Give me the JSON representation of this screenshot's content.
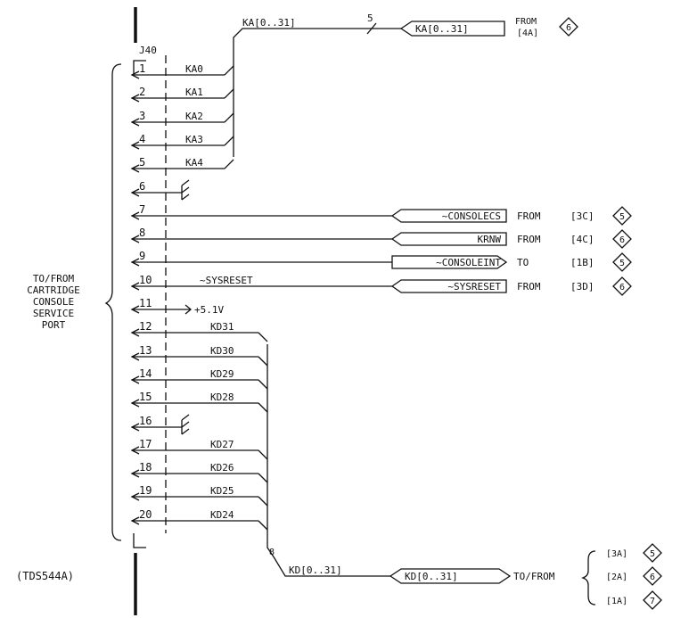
{
  "connector": {
    "ref": "J40"
  },
  "side_label": [
    "TO/FROM",
    "CARTRIDGE",
    "CONSOLE",
    "SERVICE",
    "PORT"
  ],
  "figure_id": "(TDS544A)",
  "bus_ka": {
    "label": "KA[0..31]",
    "width": "5",
    "port": "KA[0..31]",
    "dir": "FROM",
    "ref": "[4A]",
    "sheet": "6"
  },
  "bus_kd": {
    "label": "KD[0..31]",
    "width": "8",
    "port": "KD[0..31]",
    "dir": "TO/FROM",
    "refs": [
      {
        "ref": "[3A]",
        "sheet": "5"
      },
      {
        "ref": "[2A]",
        "sheet": "6"
      },
      {
        "ref": "[1A]",
        "sheet": "7"
      }
    ]
  },
  "pins": [
    {
      "num": "1",
      "net": "KA0",
      "kind": "ka"
    },
    {
      "num": "2",
      "net": "KA1",
      "kind": "ka"
    },
    {
      "num": "3",
      "net": "KA2",
      "kind": "ka"
    },
    {
      "num": "4",
      "net": "KA3",
      "kind": "ka"
    },
    {
      "num": "5",
      "net": "KA4",
      "kind": "ka"
    },
    {
      "num": "6",
      "net": "",
      "kind": "gnd"
    },
    {
      "num": "7",
      "net": "~CONSOLECS",
      "kind": "port",
      "dir": "FROM",
      "ref": "[3C]",
      "sheet": "5",
      "out": false
    },
    {
      "num": "8",
      "net": "KRNW",
      "kind": "port",
      "dir": "FROM",
      "ref": "[4C]",
      "sheet": "6",
      "out": false
    },
    {
      "num": "9",
      "net": "~CONSOLEINT",
      "kind": "port",
      "dir": "TO",
      "ref": "[1B]",
      "sheet": "5",
      "out": true
    },
    {
      "num": "10",
      "net": "~SYSRESET",
      "kind": "port",
      "dir": "FROM",
      "ref": "[3D]",
      "sheet": "6",
      "out": false,
      "wire_label": "~SYSRESET"
    },
    {
      "num": "11",
      "net": "+5.1V",
      "kind": "pwr"
    },
    {
      "num": "12",
      "net": "KD31",
      "kind": "kd"
    },
    {
      "num": "13",
      "net": "KD30",
      "kind": "kd"
    },
    {
      "num": "14",
      "net": "KD29",
      "kind": "kd"
    },
    {
      "num": "15",
      "net": "KD28",
      "kind": "kd"
    },
    {
      "num": "16",
      "net": "",
      "kind": "gnd"
    },
    {
      "num": "17",
      "net": "KD27",
      "kind": "kd"
    },
    {
      "num": "18",
      "net": "KD26",
      "kind": "kd"
    },
    {
      "num": "19",
      "net": "KD25",
      "kind": "kd"
    },
    {
      "num": "20",
      "net": "KD24",
      "kind": "kd"
    }
  ]
}
